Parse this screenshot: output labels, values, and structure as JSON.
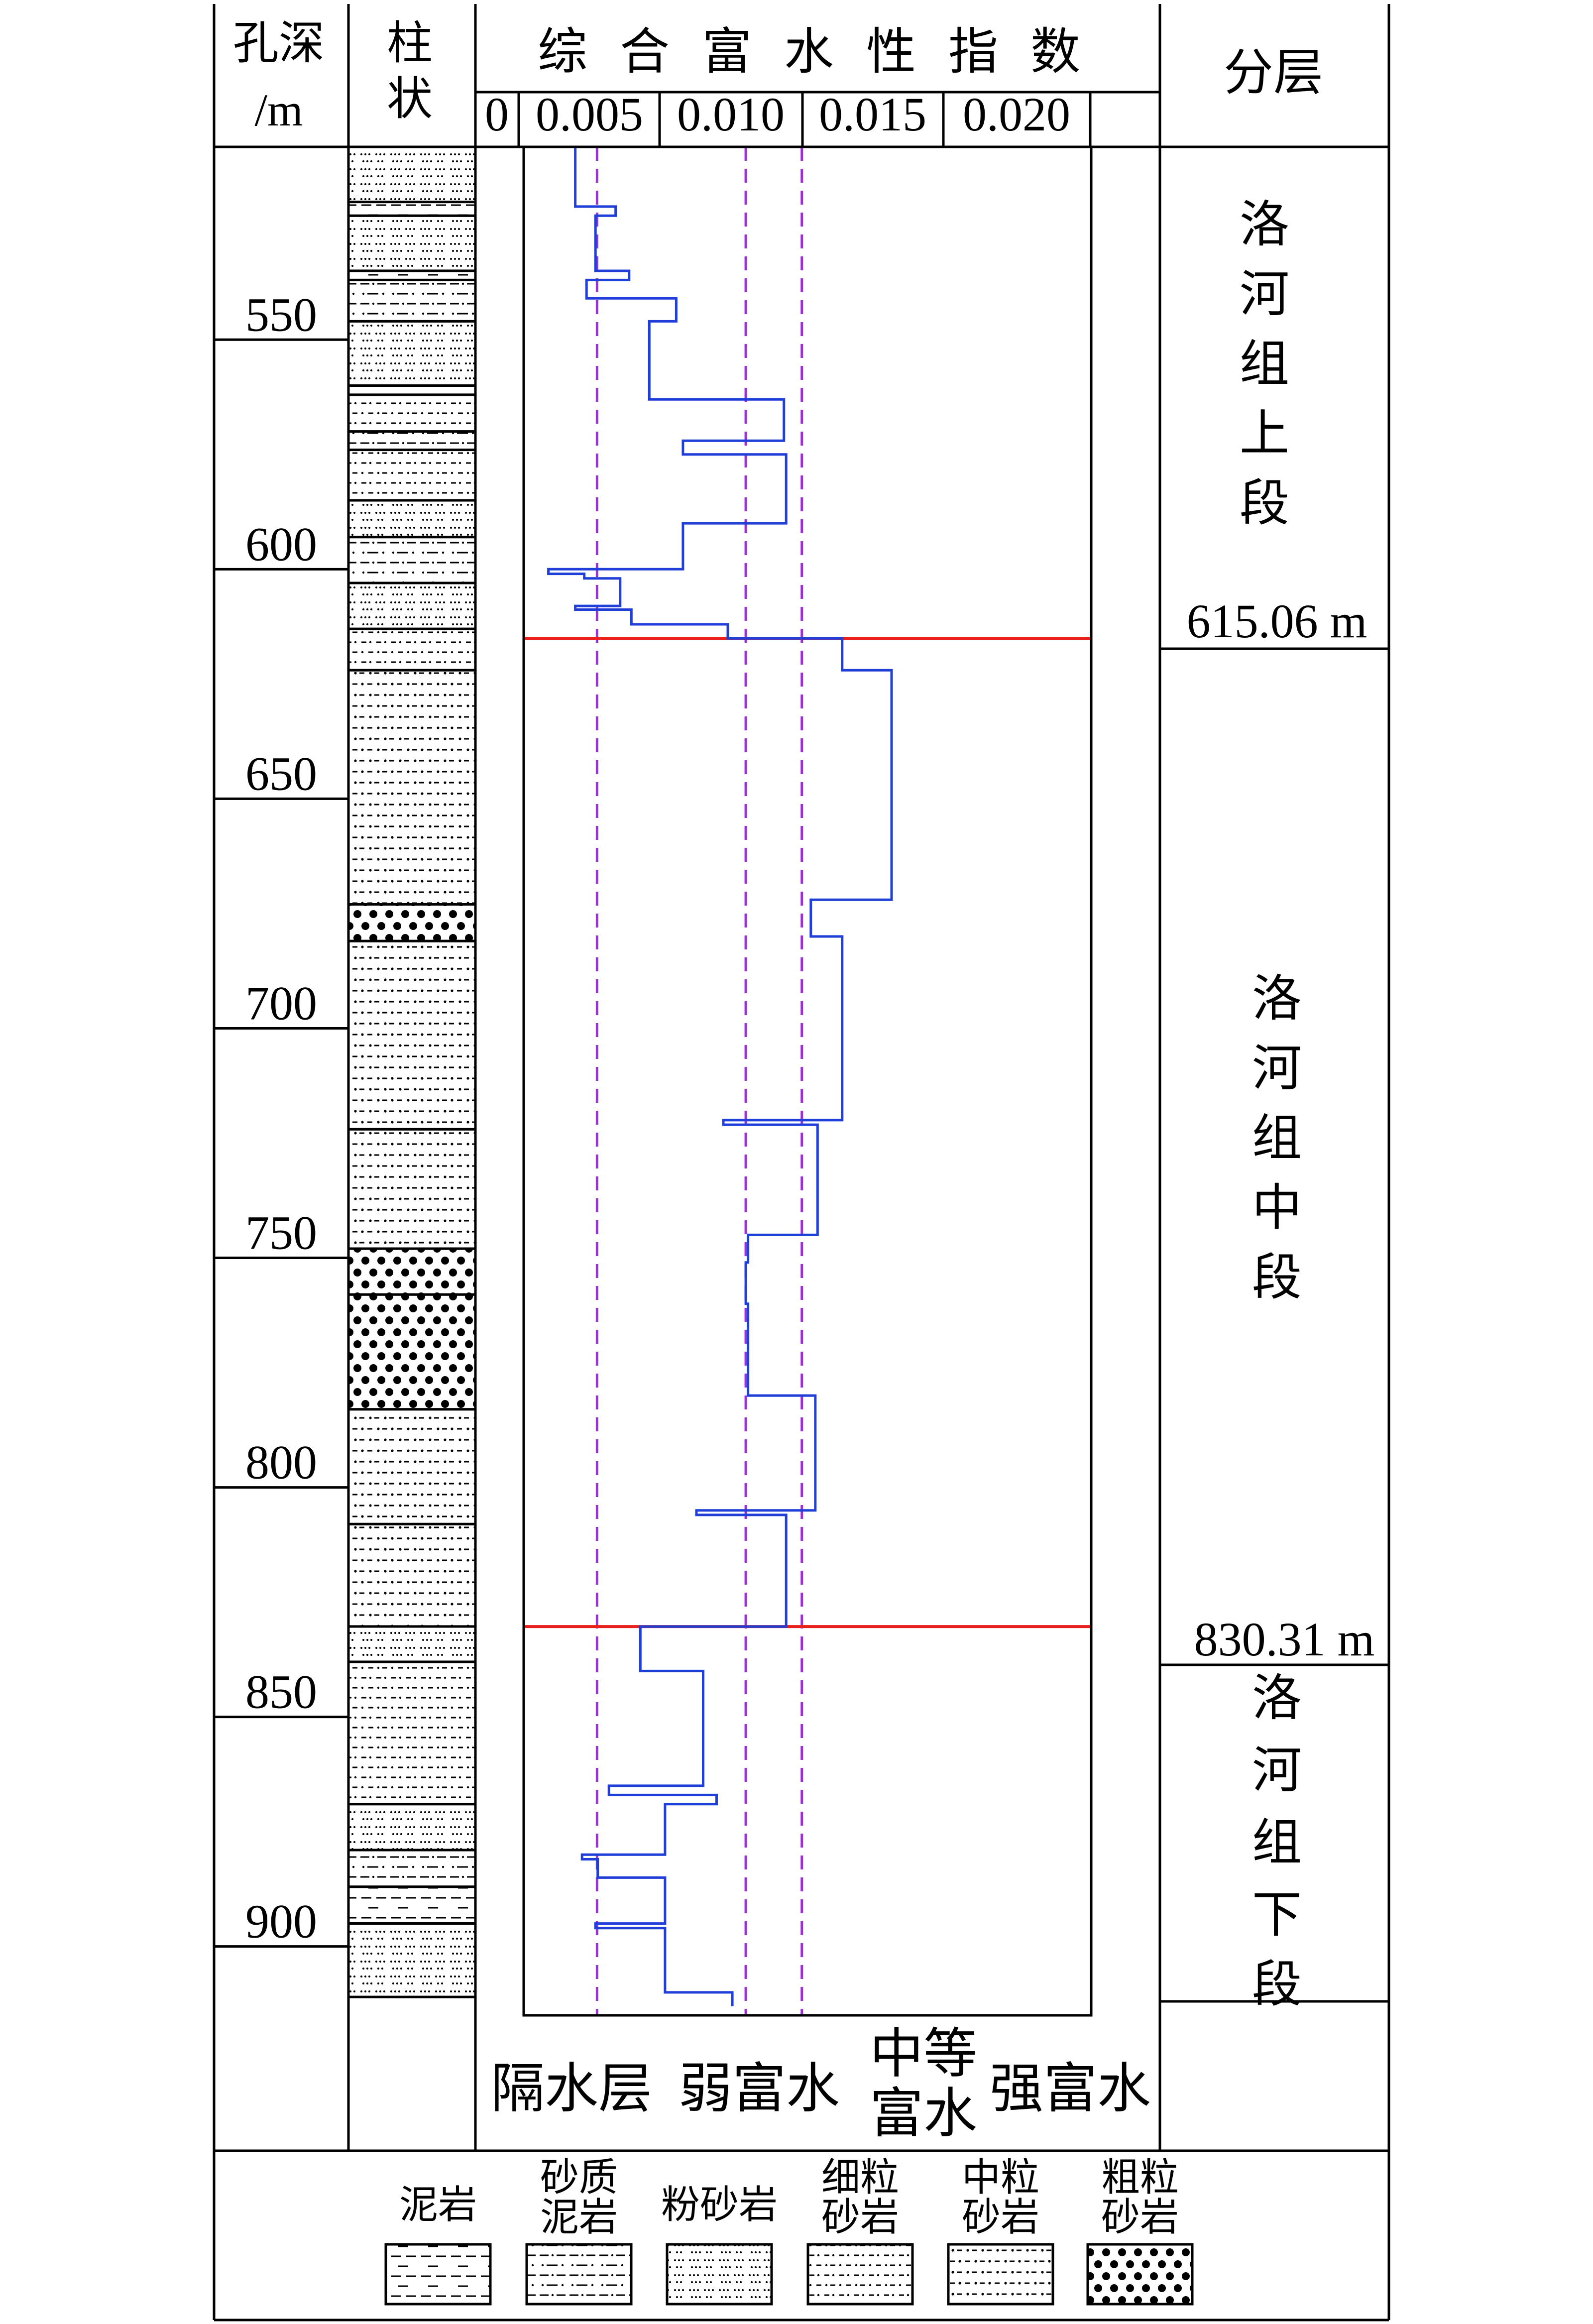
{
  "header": {
    "depth_label_line1": "孔深",
    "depth_label_line2": "/m",
    "column_label_line1": "柱",
    "column_label_line2": "状",
    "index_title": "综 合 富 水 性 指 数",
    "layer_label": "分层"
  },
  "chart_data": {
    "type": "line",
    "title": "综合富水性指数",
    "x_ticks": [
      "0",
      "0.005",
      "0.010",
      "0.015",
      "0.020"
    ],
    "x_range": [
      0,
      0.0253
    ],
    "y_ticks": [
      550,
      600,
      650,
      700,
      750,
      800,
      850,
      900
    ],
    "y_range": [
      508,
      915
    ],
    "y_reversed": true,
    "threshold_lines": [
      0.00327,
      0.0099,
      0.0124
    ],
    "threshold_color": "#9b30d9",
    "curve_color": "#1f3fd8",
    "boundary_color": "#e8201c",
    "boundaries": [
      {
        "depth": 615.06,
        "label": "615.06 m"
      },
      {
        "depth": 830.31,
        "label": "830.31 m"
      }
    ],
    "series": [
      {
        "points": [
          [
            0.0023,
            508
          ],
          [
            0.0023,
            521
          ],
          [
            0.0041,
            521
          ],
          [
            0.0041,
            523
          ],
          [
            0.0032,
            523
          ],
          [
            0.0032,
            535
          ],
          [
            0.0047,
            535
          ],
          [
            0.0047,
            537
          ],
          [
            0.0028,
            537
          ],
          [
            0.0028,
            541
          ],
          [
            0.0068,
            541
          ],
          [
            0.0068,
            546
          ],
          [
            0.0056,
            546
          ],
          [
            0.0056,
            563
          ],
          [
            0.0116,
            563
          ],
          [
            0.0116,
            572
          ],
          [
            0.0071,
            572
          ],
          [
            0.0071,
            575
          ],
          [
            0.0117,
            575
          ],
          [
            0.0117,
            590
          ],
          [
            0.0071,
            590
          ],
          [
            0.0071,
            600
          ],
          [
            0.0011,
            600
          ],
          [
            0.0011,
            601
          ],
          [
            0.0027,
            601
          ],
          [
            0.0027,
            602
          ],
          [
            0.0043,
            602
          ],
          [
            0.0043,
            608
          ],
          [
            0.0023,
            608
          ],
          [
            0.0023,
            608.8
          ],
          [
            0.0048,
            608.8
          ],
          [
            0.0048,
            612
          ],
          [
            0.0091,
            612
          ],
          [
            0.0091,
            615.06
          ],
          [
            0.0142,
            615.06
          ],
          [
            0.0142,
            622
          ],
          [
            0.0164,
            622
          ],
          [
            0.0164,
            672
          ],
          [
            0.0128,
            672
          ],
          [
            0.0128,
            680
          ],
          [
            0.0142,
            680
          ],
          [
            0.0142,
            720
          ],
          [
            0.0089,
            720
          ],
          [
            0.0089,
            721
          ],
          [
            0.0131,
            721
          ],
          [
            0.0131,
            745
          ],
          [
            0.01,
            745
          ],
          [
            0.01,
            751
          ],
          [
            0.0099,
            751
          ],
          [
            0.0099,
            760
          ],
          [
            0.01,
            760
          ],
          [
            0.01,
            780
          ],
          [
            0.013,
            780
          ],
          [
            0.013,
            805
          ],
          [
            0.0077,
            805
          ],
          [
            0.0077,
            806
          ],
          [
            0.0117,
            806
          ],
          [
            0.0117,
            830.31
          ],
          [
            0.0052,
            830.31
          ],
          [
            0.0052,
            840
          ],
          [
            0.008,
            840
          ],
          [
            0.008,
            865
          ],
          [
            0.0038,
            865
          ],
          [
            0.0038,
            867
          ],
          [
            0.0086,
            867
          ],
          [
            0.0086,
            869
          ],
          [
            0.0063,
            869
          ],
          [
            0.0063,
            880
          ],
          [
            0.0026,
            880
          ],
          [
            0.0026,
            881
          ],
          [
            0.0033,
            881
          ],
          [
            0.0033,
            885
          ],
          [
            0.0063,
            885
          ],
          [
            0.0063,
            895
          ],
          [
            0.0032,
            895
          ],
          [
            0.0032,
            896
          ],
          [
            0.0063,
            896
          ],
          [
            0.0063,
            910
          ],
          [
            0.0093,
            910
          ],
          [
            0.0093,
            913
          ]
        ]
      }
    ]
  },
  "layers": [
    {
      "line1": "洛",
      "line2": "河",
      "line3": "组",
      "line4": "上",
      "line5": "段"
    },
    {
      "line1": "洛",
      "line2": "河",
      "line3": "组",
      "line4": "中",
      "line5": "段"
    },
    {
      "line1": "洛",
      "line2": "河",
      "line3": "组",
      "line4": "下",
      "line5": "段"
    }
  ],
  "zones": {
    "aquifuge": "隔水层",
    "weak": "弱富水",
    "medium_line1": "中等",
    "medium_line2": "富水",
    "strong": "强富水"
  },
  "legend": [
    {
      "line1": "",
      "line2": "泥岩",
      "pattern": "mudstone"
    },
    {
      "line1": "砂质",
      "line2": "泥岩",
      "pattern": "sandy-mudstone"
    },
    {
      "line1": "",
      "line2": "粉砂岩",
      "pattern": "siltstone"
    },
    {
      "line1": "细粒",
      "line2": "砂岩",
      "pattern": "fine"
    },
    {
      "line1": "中粒",
      "line2": "砂岩",
      "pattern": "medium"
    },
    {
      "line1": "粗粒",
      "line2": "砂岩",
      "pattern": "coarse"
    }
  ],
  "lithology": [
    {
      "top": 508,
      "bottom": 520,
      "pattern": "siltstone"
    },
    {
      "top": 520,
      "bottom": 523,
      "pattern": "mudstone"
    },
    {
      "top": 523,
      "bottom": 535,
      "pattern": "siltstone"
    },
    {
      "top": 535,
      "bottom": 537,
      "pattern": "mudstone"
    },
    {
      "top": 537,
      "bottom": 546,
      "pattern": "sandy-mudstone"
    },
    {
      "top": 546,
      "bottom": 560,
      "pattern": "siltstone"
    },
    {
      "top": 560,
      "bottom": 562,
      "pattern": "mudstone"
    },
    {
      "top": 562,
      "bottom": 570,
      "pattern": "fine"
    },
    {
      "top": 570,
      "bottom": 574,
      "pattern": "sandy-mudstone"
    },
    {
      "top": 574,
      "bottom": 585,
      "pattern": "fine"
    },
    {
      "top": 585,
      "bottom": 593,
      "pattern": "siltstone"
    },
    {
      "top": 593,
      "bottom": 603,
      "pattern": "sandy-mudstone"
    },
    {
      "top": 603,
      "bottom": 613,
      "pattern": "siltstone"
    },
    {
      "top": 613,
      "bottom": 622,
      "pattern": "fine"
    },
    {
      "top": 622,
      "bottom": 673,
      "pattern": "medium"
    },
    {
      "top": 673,
      "bottom": 681,
      "pattern": "coarse"
    },
    {
      "top": 681,
      "bottom": 722,
      "pattern": "medium"
    },
    {
      "top": 722,
      "bottom": 748,
      "pattern": "medium"
    },
    {
      "top": 748,
      "bottom": 758,
      "pattern": "coarse"
    },
    {
      "top": 758,
      "bottom": 783,
      "pattern": "coarse"
    },
    {
      "top": 783,
      "bottom": 808,
      "pattern": "medium"
    },
    {
      "top": 808,
      "bottom": 830.3,
      "pattern": "medium"
    },
    {
      "top": 830.3,
      "bottom": 838,
      "pattern": "siltstone"
    },
    {
      "top": 838,
      "bottom": 869,
      "pattern": "fine"
    },
    {
      "top": 869,
      "bottom": 879,
      "pattern": "siltstone"
    },
    {
      "top": 879,
      "bottom": 887,
      "pattern": "sandy-mudstone"
    },
    {
      "top": 887,
      "bottom": 895,
      "pattern": "mudstone"
    },
    {
      "top": 895,
      "bottom": 911,
      "pattern": "siltstone"
    }
  ]
}
